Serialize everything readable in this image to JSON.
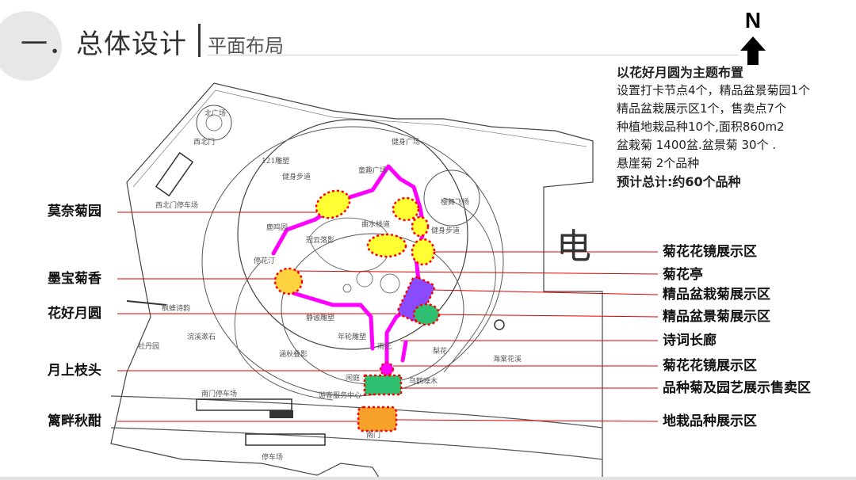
{
  "header": {
    "section": "一．总体设计",
    "subtitle": "平面布局"
  },
  "compass": {
    "label": "N"
  },
  "info": {
    "heading": "以花好月圆为主题布置",
    "lines": [
      "设置打卡节点4个，精品盆景菊园1个",
      "精品盆栽展示区1个，售卖点7个",
      "种植地栽品种10个,面积860m2",
      "盆栽菊 1400盆.盆景菊 30个 .",
      "悬崖菊 2个品种"
    ],
    "summary": "预计总计:约60个品种"
  },
  "left_labels": [
    "莫奈菊园",
    "墨宝菊香",
    "花好月圆",
    "月上枝头",
    "篱畔秋酣"
  ],
  "right_labels": [
    "菊花花镜展示区",
    "菊花亭",
    "精品盆栽菊展示区",
    "精品盆景菊展示区",
    "诗词长廊",
    "菊花花镜展示区",
    "品种菊及园艺展示售卖区",
    "地栽品种展示区"
  ],
  "map_text": {
    "big_char": "电",
    "labels": [
      "北广场",
      "西北门",
      "121雕塑",
      "健身广场",
      "健身步道",
      "童趣广场",
      "西北门停车场",
      "樱舞飞扬",
      "鹿鸣园",
      "冠云落影",
      "曲水栈道",
      "健身步道",
      "停花汀",
      "枫蜂诗韵",
      "浣溪漱石",
      "静谧雕塑",
      "牡丹园",
      "涵秋叠影",
      "年轮雕塑",
      "海棠花溪",
      "雨花",
      "梨花",
      "南门停车场",
      "闲庭",
      "乌鹊噪木",
      "游客服务中心",
      "南门",
      "停车场"
    ]
  },
  "colors": {
    "path": "#ff00ff",
    "highlight": "#ffff33",
    "dash": "#ff0000",
    "green": "#2fbf71",
    "orange": "#f6a12a",
    "purple": "#8a4bff",
    "leader": "#e00000"
  }
}
